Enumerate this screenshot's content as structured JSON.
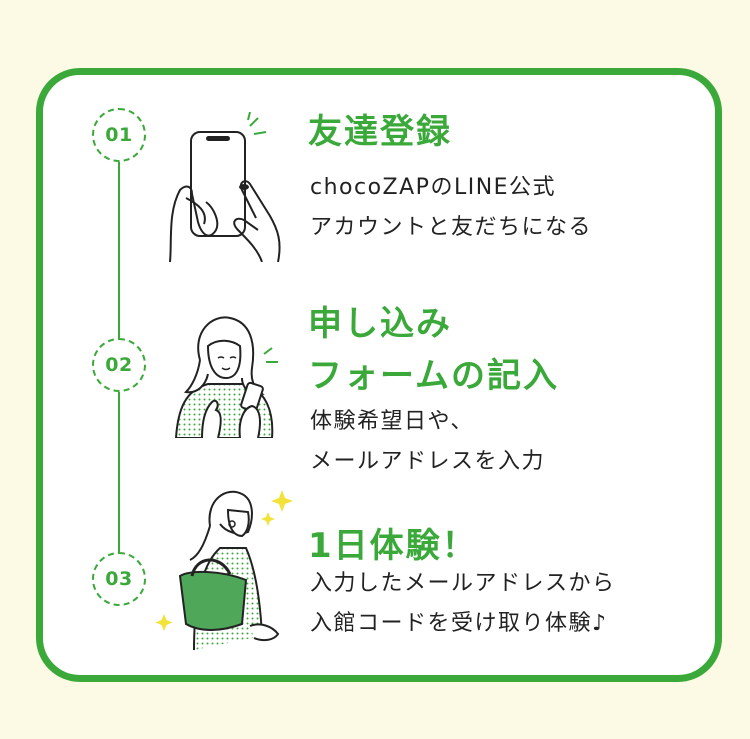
{
  "colors": {
    "background": "#fcf9e4",
    "card": "#ffffff",
    "accent_green": "#3aa93a",
    "text": "#222222",
    "sparkle": "#f2e23a"
  },
  "steps": [
    {
      "number": "01",
      "title_lines": [
        "友達登録"
      ],
      "description_lines": [
        "chocoZAPのLINE公式",
        "アカウントと友だちになる"
      ],
      "illustration_icon": "smartphone-hands-icon"
    },
    {
      "number": "02",
      "title_lines": [
        "申し込み",
        "フォームの記入"
      ],
      "description_lines": [
        "体験希望日や、",
        "メールアドレスを入力"
      ],
      "illustration_icon": "woman-with-phone-icon"
    },
    {
      "number": "03",
      "title_lines": [
        "1日体験！"
      ],
      "description_lines": [
        "入力したメールアドレスから",
        "入館コードを受け取り体験♪"
      ],
      "illustration_icon": "woman-with-bag-icon"
    }
  ]
}
